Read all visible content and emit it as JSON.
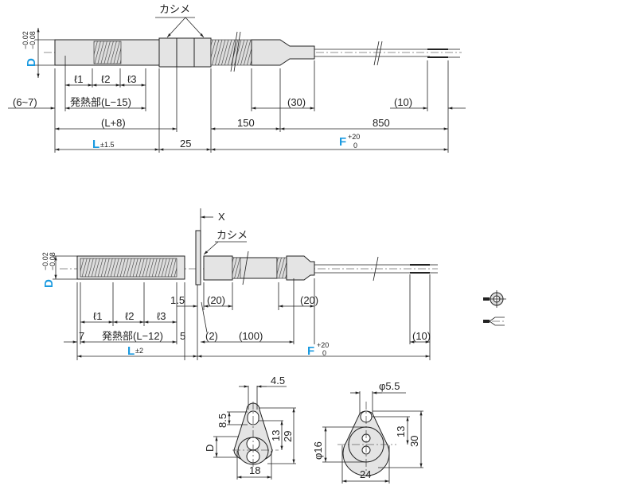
{
  "top_drawing": {
    "kashime": "カシメ",
    "d_label": "D",
    "d_tol_upper": "−0.02",
    "d_tol_lower": "−0.08",
    "l1": "ℓ1",
    "l2": "ℓ2",
    "l3": "ℓ3",
    "offset": "(6~7)",
    "heating": "発熱部(L−15)",
    "l_plus": "(L+8)",
    "l_label": "L",
    "l_tol": "±1.5",
    "dim_25": "25",
    "dim_150": "150",
    "dim_30": "(30)",
    "dim_10": "(10)",
    "dim_850": "850",
    "f_label": "F",
    "f_tol_upper": "+20",
    "f_tol_lower": "0"
  },
  "bottom_drawing": {
    "x_label": "X",
    "kashime": "カシメ",
    "d_label": "D",
    "d_tol_upper": "−0.02",
    "d_tol_lower": "−0.08",
    "dim_1_5": "1.5",
    "dim_20a": "(20)",
    "dim_20b": "(20)",
    "l1": "ℓ1",
    "l2": "ℓ2",
    "l3": "ℓ3",
    "dim_7": "7",
    "heating": "発熱部(L−12)",
    "dim_5": "5",
    "dim_2": "(2)",
    "dim_100": "(100)",
    "dim_10": "(10)",
    "l_label": "L",
    "l_tol": "±2",
    "f_label": "F",
    "f_tol_upper": "+20",
    "f_tol_lower": "0"
  },
  "flange_small": {
    "w": "4.5",
    "h1": "8.5",
    "d": "D",
    "h2": "13",
    "h3": "29",
    "width": "18"
  },
  "flange_large": {
    "hole": "φ5.5",
    "dia": "φ16",
    "h2": "13",
    "h3": "30",
    "width": "24"
  }
}
